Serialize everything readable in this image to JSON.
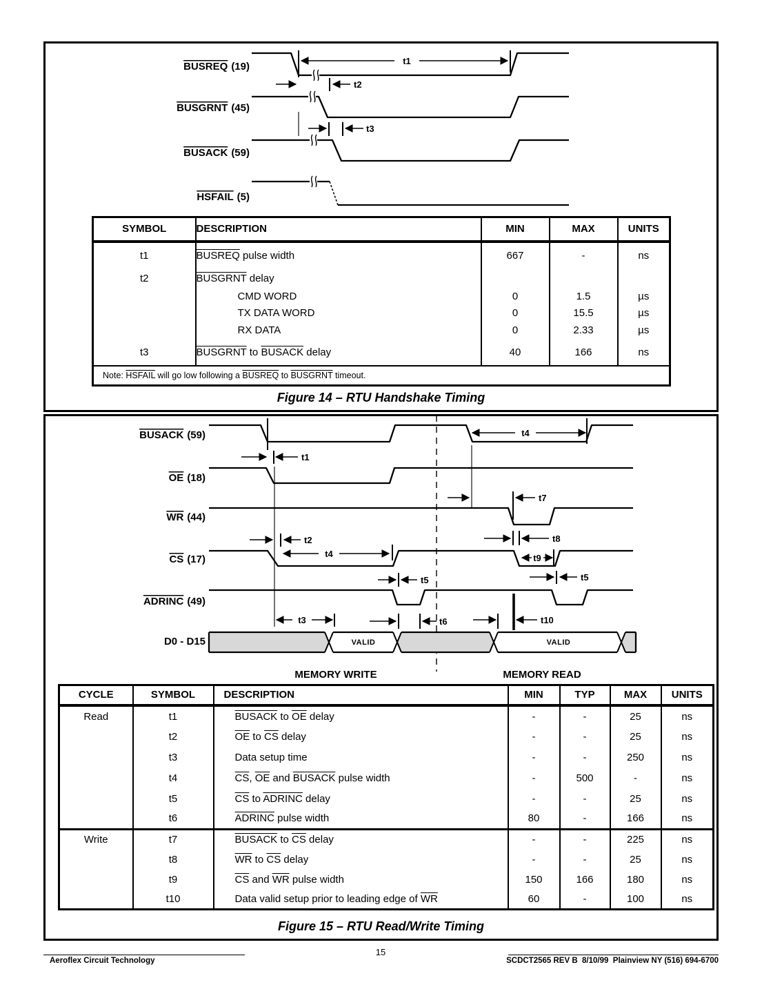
{
  "figure14": {
    "signals": [
      {
        "name": "BUSREQ",
        "pin": "(19)"
      },
      {
        "name": "BUSGRNT",
        "pin": "(45)"
      },
      {
        "name": "BUSACK",
        "pin": "(59)"
      },
      {
        "name": "HSFAIL",
        "pin": "(5)"
      }
    ],
    "timing": {
      "t1": "t1",
      "t2": "t2",
      "t3": "t3"
    },
    "table": {
      "headers": [
        "SYMBOL",
        "DESCRIPTION",
        "MIN",
        "MAX",
        "UNITS"
      ],
      "rows": [
        {
          "symbol": "t1",
          "description": "BUSREQ pulse width",
          "min": "667",
          "max": "-",
          "units": "ns",
          "indent": false
        },
        {
          "symbol": "t2",
          "description": "BUSGRNT delay",
          "min": "",
          "max": "",
          "units": "",
          "indent": false
        },
        {
          "symbol": "",
          "description": "CMD WORD",
          "min": "0",
          "max": "1.5",
          "units": "µs",
          "indent": true
        },
        {
          "symbol": "",
          "description": "TX DATA WORD",
          "min": "0",
          "max": "15.5",
          "units": "µs",
          "indent": true
        },
        {
          "symbol": "",
          "description": "RX DATA",
          "min": "0",
          "max": "2.33",
          "units": "µs",
          "indent": true
        },
        {
          "symbol": "t3",
          "description": "BUSGRNT to BUSACK delay",
          "min": "40",
          "max": "166",
          "units": "ns",
          "indent": false
        }
      ],
      "note": "Note: HSFAIL will go low following a BUSREQ to BUSGRNT timeout."
    },
    "caption": "Figure 14 – RTU Handshake Timing"
  },
  "figure15": {
    "signals": [
      {
        "name": "BUSACK",
        "pin": "(59)"
      },
      {
        "name": "OE",
        "pin": "(18)"
      },
      {
        "name": "WR",
        "pin": "(44)"
      },
      {
        "name": "CS",
        "pin": "(17)"
      },
      {
        "name": "ADRINC",
        "pin": "(49)"
      }
    ],
    "bus": {
      "label": "D0 - D15",
      "valid_labels": [
        "VALID",
        "VALID"
      ]
    },
    "phases": {
      "write": "MEMORY WRITE",
      "read": "MEMORY READ"
    },
    "timing": {
      "t1": "t1",
      "t2": "t2",
      "t3": "t3",
      "t4": "t4",
      "t5": "t5",
      "t6": "t6",
      "t7": "t7",
      "t8": "t8",
      "t9": "t9",
      "t10": "t10"
    },
    "table": {
      "headers": [
        "CYCLE",
        "SYMBOL",
        "DESCRIPTION",
        "MIN",
        "TYP",
        "MAX",
        "UNITS"
      ],
      "rows": [
        {
          "cycle": "Read",
          "symbol": "t1",
          "description": "BUSACK to OE delay",
          "min": "-",
          "typ": "-",
          "max": "25",
          "units": "ns",
          "group_start": false
        },
        {
          "cycle": "",
          "symbol": "t2",
          "description": "OE to CS delay",
          "min": "-",
          "typ": "-",
          "max": "25",
          "units": "ns",
          "group_start": false
        },
        {
          "cycle": "",
          "symbol": "t3",
          "description": "Data setup time",
          "min": "-",
          "typ": "-",
          "max": "250",
          "units": "ns",
          "group_start": false
        },
        {
          "cycle": "",
          "symbol": "t4",
          "description": "CS, OE and BUSACK pulse width",
          "min": "-",
          "typ": "500",
          "max": "-",
          "units": "ns",
          "group_start": false
        },
        {
          "cycle": "",
          "symbol": "t5",
          "description": "CS to ADRINC delay",
          "min": "-",
          "typ": "-",
          "max": "25",
          "units": "ns",
          "group_start": false
        },
        {
          "cycle": "",
          "symbol": "t6",
          "description": "ADRINC pulse width",
          "min": "80",
          "typ": "-",
          "max": "166",
          "units": "ns",
          "group_start": false
        },
        {
          "cycle": "Write",
          "symbol": "t7",
          "description": "BUSACK to CS delay",
          "min": "-",
          "typ": "-",
          "max": "225",
          "units": "ns",
          "group_start": true
        },
        {
          "cycle": "",
          "symbol": "t8",
          "description": "WR to CS delay",
          "min": "-",
          "typ": "-",
          "max": "25",
          "units": "ns",
          "group_start": false
        },
        {
          "cycle": "",
          "symbol": "t9",
          "description": "CS and WR pulse width",
          "min": "150",
          "typ": "166",
          "max": "180",
          "units": "ns",
          "group_start": false
        },
        {
          "cycle": "",
          "symbol": "t10",
          "description": "Data valid setup prior to leading edge of WR",
          "min": "60",
          "typ": "-",
          "max": "100",
          "units": "ns",
          "group_start": false
        }
      ]
    },
    "caption": "Figure 15 – RTU Read/Write Timing"
  },
  "overline_tokens": [
    "BUSREQ",
    "BUSGRNT",
    "BUSACK",
    "HSFAIL",
    "ADRINC",
    "OE",
    "WR",
    "CS"
  ],
  "footer": {
    "left": "Aeroflex Circuit Technology",
    "page": "15",
    "right": "SCDCT2565 REV B  8/10/99  Plainview NY (516) 694-6700"
  }
}
